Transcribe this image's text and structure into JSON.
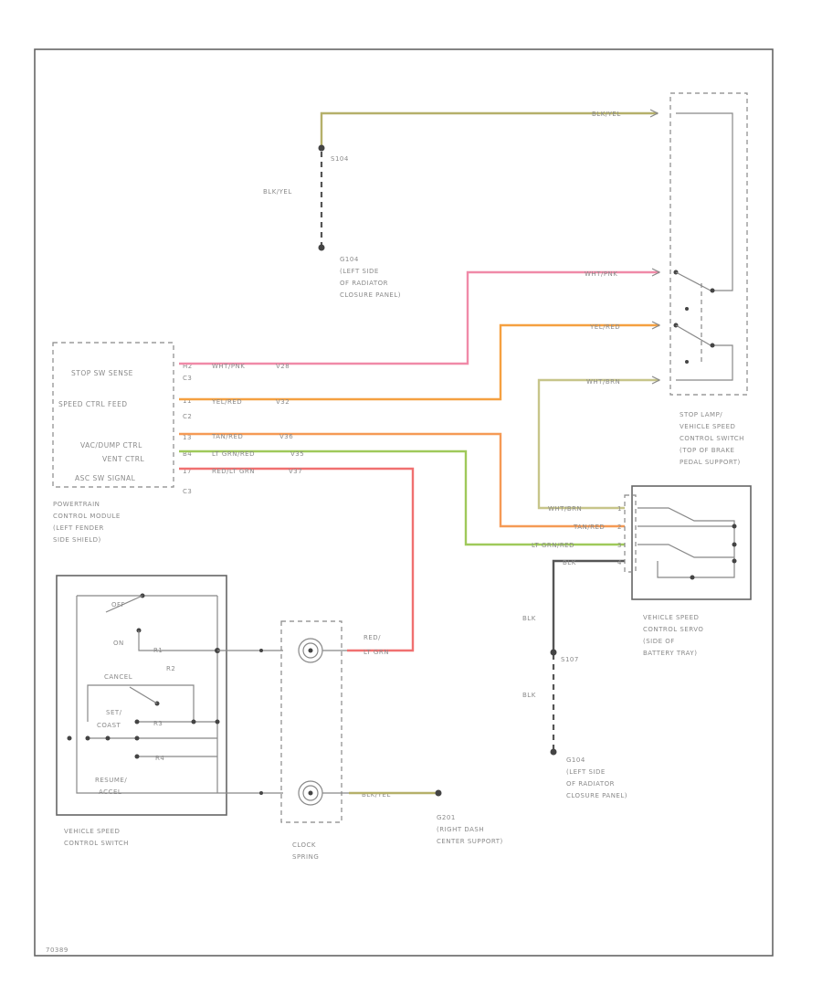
{
  "figure_id": "70389",
  "colors": {
    "blk_yel": "#b5b06a",
    "wht_pnk": "#f08aa8",
    "yel_red": "#f5a040",
    "wht_brn": "#c7c58a",
    "tan_red": "#f59a55",
    "lt_grn_red": "#9fc95a",
    "red_lt_grn": "#f07070",
    "blk": "#555555"
  },
  "top": {
    "splice": "S104",
    "wire_left": "BLK/YEL",
    "wire_right": "BLK/YEL",
    "ground": [
      "G104",
      "(LEFT SIDE",
      "OF RADIATOR",
      "CLOSURE PANEL)"
    ]
  },
  "pcm": {
    "pins": [
      {
        "label": "STOP SW SENSE",
        "pin": "H2",
        "conn": "C3",
        "wire": "WHT/PNK",
        "circuit": "V28"
      },
      {
        "label": "SPEED CTRL FEED",
        "pin": "11",
        "conn": "C2",
        "wire": "YEL/RED",
        "circuit": "V32"
      },
      {
        "label": "VAC/DUMP CTRL",
        "pin": "13",
        "conn": "",
        "wire": "TAN/RED",
        "circuit": "V36"
      },
      {
        "label": "VENT CTRL",
        "pin": "B4",
        "conn": "",
        "wire": "LT GRN/RED",
        "circuit": "V35"
      },
      {
        "label": "ASC SW SIGNAL",
        "pin": "17",
        "conn": "C3",
        "wire": "RED/LT GRN",
        "circuit": "V37"
      }
    ],
    "caption": [
      "POWERTRAIN",
      "CONTROL MODULE",
      "(LEFT FENDER",
      "SIDE SHIELD)"
    ]
  },
  "stop_switch": {
    "wires": [
      "BLK/YEL",
      "WHT/PNK",
      "YEL/RED",
      "WHT/BRN"
    ],
    "caption": [
      "STOP LAMP/",
      "VEHICLE SPEED",
      "CONTROL SWITCH",
      "(TOP OF BRAKE",
      "PEDAL SUPPORT)"
    ]
  },
  "servo": {
    "wires": [
      "WHT/BRN",
      "TAN/RED",
      "LT GRN/RED",
      "BLK"
    ],
    "pins": [
      "1",
      "2",
      "3",
      "4"
    ],
    "caption": [
      "VEHICLE SPEED",
      "CONTROL SERVO",
      "(SIDE OF",
      "BATTERY TRAY)"
    ]
  },
  "bottom_right": {
    "wire_top": "BLK",
    "wire_bottom": "BLK",
    "splice": "S107",
    "ground": [
      "G104",
      "(LEFT SIDE",
      "OF RADIATOR",
      "CLOSURE PANEL)"
    ]
  },
  "switch": {
    "modes": [
      "OFF",
      "ON",
      "CANCEL",
      "SET/",
      "COAST",
      "RESUME/",
      "ACCEL"
    ],
    "resistors": [
      "R1",
      "R2",
      "R3",
      "R4"
    ],
    "caption": [
      "VEHICLE SPEED",
      "CONTROL SWITCH"
    ]
  },
  "clock_spring": {
    "wire_red": [
      "RED/",
      "LT GRN"
    ],
    "wire_blk": "BLK/YEL",
    "caption": [
      "CLOCK",
      "SPRING"
    ]
  },
  "g201": [
    "G201",
    "(RIGHT DASH",
    "CENTER SUPPORT)"
  ]
}
